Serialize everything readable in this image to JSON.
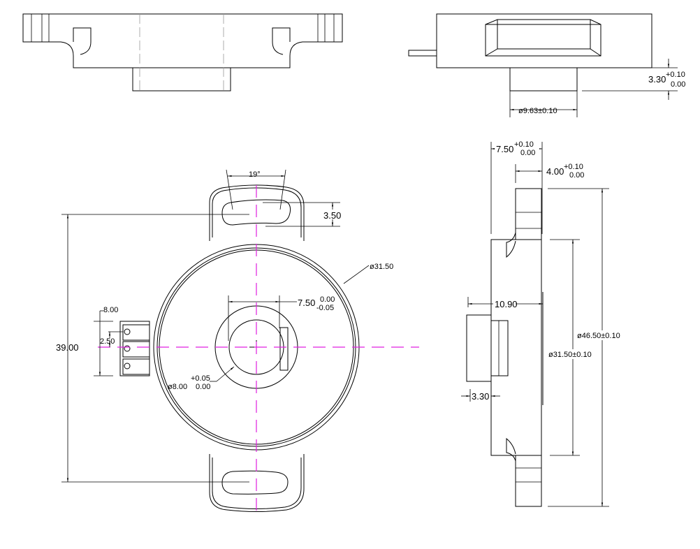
{
  "title": "Rotary position sensor dimension drawing",
  "colors": {
    "line": "#000000",
    "centerline": "#e020e0",
    "hidden": "#999999"
  },
  "top_right_view": {
    "diameter_label": "ø9.63±0.10",
    "height_main": "3.30",
    "height_tol_upper": "+0.10",
    "height_tol_lower": "0.00"
  },
  "front_view": {
    "angle_label": "19°",
    "slot_width": "3.50",
    "outer_diameter": "ø31.50",
    "flat_main": "7.50",
    "flat_tol_upper": "0.00",
    "flat_tol_lower": "-0.05",
    "connector_width": "8.00",
    "pin_pitch": "2.50",
    "mount_span": "39.00",
    "bore_tol_upper": "+0.05",
    "bore_main": "ø8.00",
    "bore_tol_lower": "0.00"
  },
  "side_view": {
    "thickness_main": "7.50",
    "thickness_tol_upper": "+0.10",
    "thickness_tol_lower": "0.00",
    "tab_main": "4.00",
    "tab_tol_upper": "+0.10",
    "tab_tol_lower": "0.00",
    "depth": "10.90",
    "connector_offset": "3.30",
    "overall_diameter": "ø46.50±0.10",
    "body_diameter": "ø31.50±0.10"
  }
}
